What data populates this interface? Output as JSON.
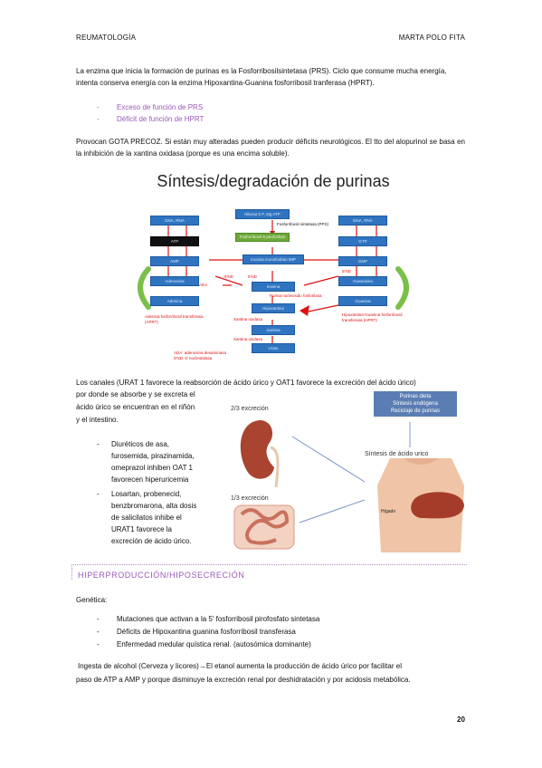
{
  "header": {
    "left": "REUMATOLOGÍA",
    "right": "MARTA POLO FITA"
  },
  "intro": "La enzima que inicia la formación de purinas es la Fosforribosilsintetasa (PRS). Ciclo que consume mucha energía, intenta conserva energía con la enzima Hipoxantina-Guanina fosforribosil tranferasa (HPRT).",
  "purple_bullets": [
    "Exceso de función de PRS",
    "Déficit de función de HPRT"
  ],
  "gota": "Provocan GOTA PRECOZ. Si están muy alteradas pueden producir déficits neurológicos. El tto del alopurinol se basa en la inhibición de la xantina oxidasa (porque es una encima soluble).",
  "diagram": {
    "title": "Síntesis/degradación de purinas",
    "boxes": {
      "ribosa": "Ribosa 5 P, Mg ATP",
      "fosforribosil": "Fosforribosil 5-pirofosfato",
      "inosina_mp": "Inosina monofosfato IMP",
      "inosina": "Inosina",
      "hipoxantina": "Hipoxantina",
      "xantina": "Xantina",
      "urato": "Urato",
      "dna_rna_l": "DNA, RNA",
      "atp": "ATP",
      "amp": "AMP",
      "adenosina": "Adenosina",
      "adenina": "Adenina",
      "dna_rna_r": "DNA, RNA",
      "gtp": "GTP",
      "gmp": "GMP",
      "guanosina": "Guanosina",
      "guanina": "Guanina"
    },
    "labels": {
      "prs": "Fosforribosil sintetasa (PPS)",
      "pnp": "Purina nucleosido fosforilasa",
      "xo1": "Xantina oxidasa",
      "xo2": "Xantina oxidasa",
      "hprt": "Hipoxantina-Guanina fosforribosil transferasa (HPRT)",
      "aprt": "Adenina fosforribosil transferasa (APRT)",
      "ada": "ADA",
      "nd1": "5'ND",
      "nd2": "5'ND",
      "nd3": "5'ND",
      "legend1": "ADA: adenosina desaminasa",
      "legend2": "5'ND: 5' nucleotidasa"
    }
  },
  "canales": "Los canales (URAT 1 favorece la reabsorción de ácido úrico y OAT1 favorece la excreción del ácido úrico)",
  "canales_cont": [
    "por donde se absorbe y se excreta el",
    "ácido úrico se encuentran en el riñón",
    "y el intestino."
  ],
  "drug_bullets": [
    [
      "Diuréticos de asa,",
      "furosemida, pirazinamida,",
      "omeprazol inhiben OAT 1",
      "favorecen hiperuricemia"
    ],
    [
      "Losartan, probenecid,",
      "benzbromarona, alta dosis",
      "de salicilatos inhibe el",
      "URAT1 favorece la",
      "excreción de ácido úrico."
    ]
  ],
  "picture": {
    "fuentes": [
      "Purinas dieta",
      "Síntesis endógena",
      "Reciclaje de purinas"
    ],
    "sintesis": "Síntesis de ácido urico",
    "exc23": "2/3 excreción",
    "exc13": "1/3 excreción",
    "higado": "Hígado"
  },
  "section_title": "HIPERPRODUCCIÓN/HIPOSECRECIÓN",
  "genetica_label": "Genética:",
  "genetica_bullets": [
    "Mutaciones que activan a la 5' fosforribosil pirofosfato sintetasa",
    "Déficits de Hipoxantina guanina fosforribosil transferasa",
    "Enfermedad medular quística renal. (autosómica dominante)"
  ],
  "alcohol_1": "Ingesta de alcohol (Cerveza y licores)→El etanol aumenta la producción de ácido úrico por facilitar el",
  "alcohol_2": "paso de ATP a AMP y porque disminuye la excreción renal por deshidratación y por acidosis metabólica.",
  "page_number": "20",
  "colors": {
    "accent": "#9b59b6",
    "box": "#2f74c0",
    "arrow": "#d11"
  }
}
